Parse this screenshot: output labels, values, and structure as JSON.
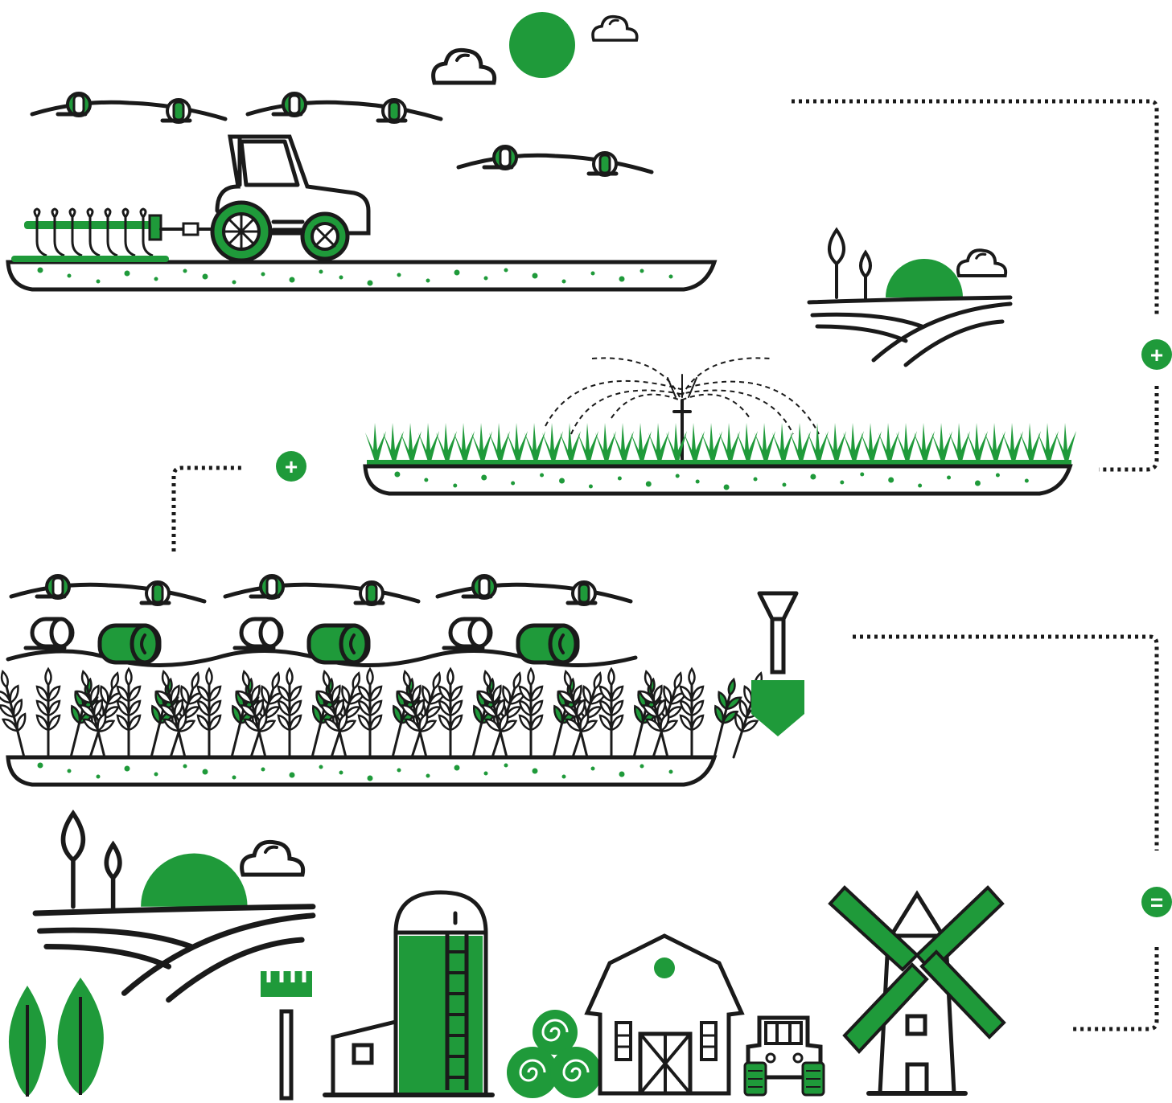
{
  "colors": {
    "accent": "#1f9a3a",
    "ink": "#1a1a1a",
    "background": "#ffffff"
  },
  "flow": {
    "connector_1": {
      "symbol": "+",
      "icon": "plus-icon"
    },
    "connector_2": {
      "symbol": "+",
      "icon": "plus-icon"
    },
    "connector_3": {
      "symbol": "=",
      "icon": "equals-icon"
    }
  },
  "scenes": [
    {
      "name": "tillage",
      "icons": [
        "sun-icon",
        "cloud-icon",
        "drone-icon",
        "tractor-icon",
        "cultivator-icon",
        "soil-bed-icon"
      ]
    },
    {
      "name": "irrigation",
      "icons": [
        "landscape-icon",
        "sprinkler-icon",
        "crop-row-icon",
        "soil-bed-icon"
      ]
    },
    {
      "name": "harvest",
      "icons": [
        "drone-icon",
        "hay-bale-icon",
        "wheat-icon",
        "shovel-icon",
        "soil-bed-icon"
      ]
    },
    {
      "name": "farm",
      "icons": [
        "landscape-icon",
        "tree-icon",
        "rake-icon",
        "silo-icon",
        "hay-stack-icon",
        "barn-icon",
        "tractor-icon",
        "windmill-icon"
      ]
    }
  ]
}
